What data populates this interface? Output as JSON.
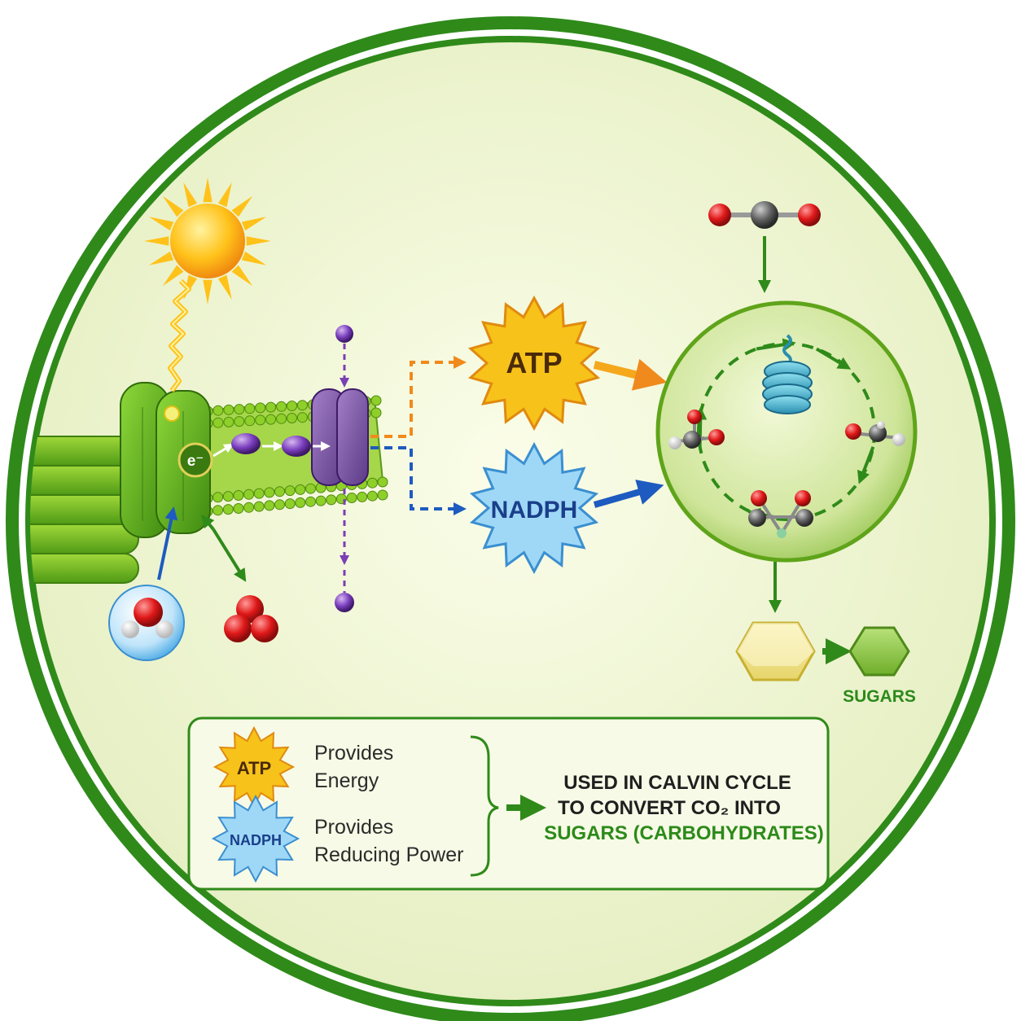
{
  "labels": {
    "electron": "e⁻",
    "atp": "ATP",
    "nadph": "NADPH",
    "sugars": "SUGARS"
  },
  "legend": {
    "atp_badge": "ATP",
    "atp_desc_line1": "Provides",
    "atp_desc_line2": "Energy",
    "nadph_badge": "NADPH",
    "nadph_desc_line1": "Provides",
    "nadph_desc_line2": "Reducing Power",
    "result_line1": "USED IN CALVIN CYCLE",
    "result_line2": "TO CONVERT CO₂ INTO",
    "result_line3": "SUGARS (CARBOHYDRATES)"
  },
  "icons": [
    "sun-icon",
    "water-molecule-icon",
    "oxygen-molecule-icon",
    "co2-molecule-icon",
    "rubisco-enzyme-icon",
    "sugar-hexagon-icon"
  ],
  "colors": {
    "frame_green": "#2f8a1a",
    "background": "#eef4d2",
    "atp_fill": "#f7c21a",
    "nadph_fill": "#8fd0f5",
    "arrow_orange": "#f08a1c",
    "arrow_blue": "#1e5bc0",
    "arrow_purple": "#7a3fb5",
    "arrow_green": "#2f8a1a"
  }
}
